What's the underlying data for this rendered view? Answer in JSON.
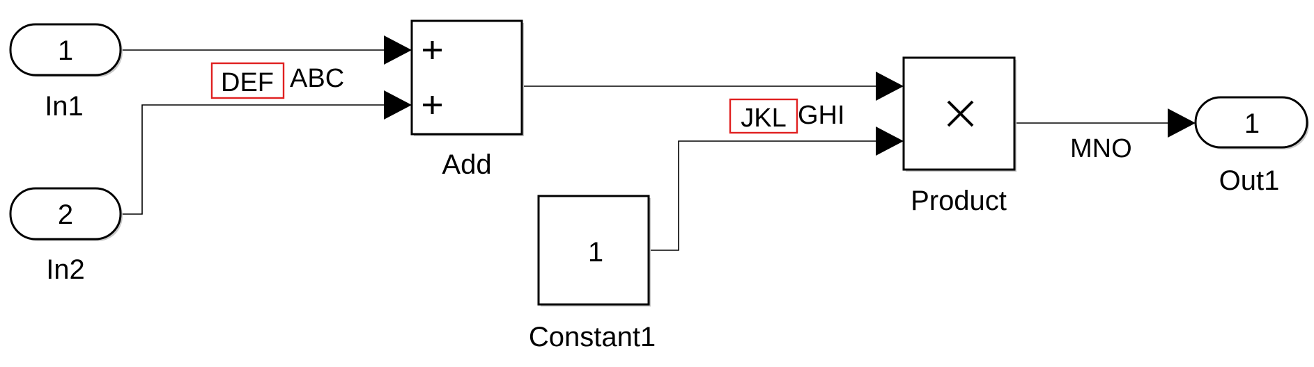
{
  "diagram": {
    "type": "simulink-block-diagram",
    "colors": {
      "line": "#000000",
      "block_fill": "#ffffff",
      "highlight_border": "#e02020"
    },
    "blocks": {
      "in1": {
        "port_number": "1",
        "name": "In1",
        "kind": "inport"
      },
      "in2": {
        "port_number": "2",
        "name": "In2",
        "kind": "inport"
      },
      "add": {
        "name": "Add",
        "kind": "sum",
        "signs": [
          "+",
          "+"
        ]
      },
      "constant1": {
        "name": "Constant1",
        "kind": "constant",
        "value": "1"
      },
      "product": {
        "name": "Product",
        "kind": "product",
        "glyph": "×"
      },
      "out1": {
        "port_number": "1",
        "name": "Out1",
        "kind": "outport"
      }
    },
    "signals": [
      {
        "from": "In1",
        "to": "Add:1",
        "label": ""
      },
      {
        "from": "In2",
        "to": "Add:2",
        "label": "ABC",
        "highlighted_label": "DEF"
      },
      {
        "from": "Add",
        "to": "Product:1",
        "label": ""
      },
      {
        "from": "Constant1",
        "to": "Product:2",
        "label": "GHI",
        "highlighted_label": "JKL"
      },
      {
        "from": "Product",
        "to": "Out1",
        "label": "MNO"
      }
    ]
  }
}
